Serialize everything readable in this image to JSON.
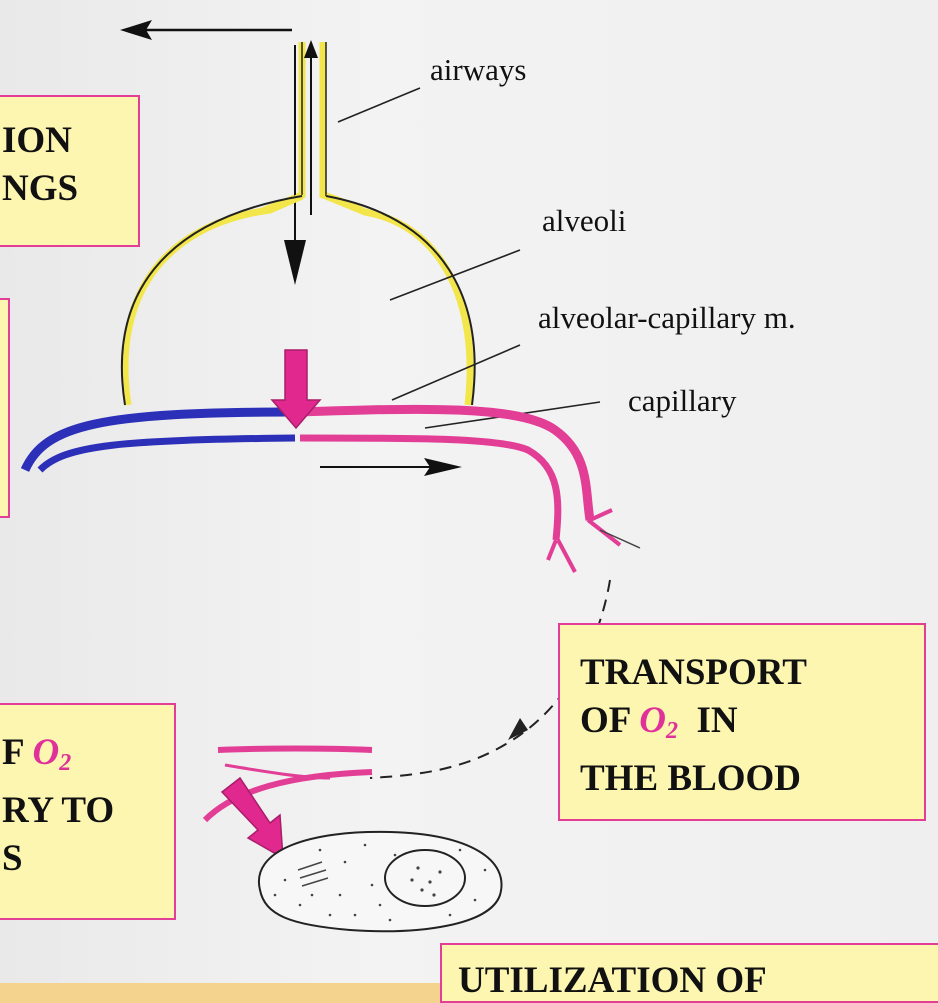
{
  "labels": {
    "airways": "airways",
    "alveoli": "alveoli",
    "membrane": "alveolar-capillary m.",
    "capillary": "capillary"
  },
  "boxes": {
    "ventilation": {
      "line1": "ION",
      "line2": "NGS"
    },
    "diffusion_tissue": {
      "line1_pre": "F ",
      "o2": "O",
      "o2_sub": "2",
      "line2": "RY TO",
      "line3": "S"
    },
    "transport": {
      "line1": "TRANSPORT",
      "line2_pre": "OF ",
      "o2": "O",
      "o2_sub": "2",
      "line2_post": "  IN",
      "line3": "THE BLOOD"
    },
    "utilization": {
      "line1": "UTILIZATION OF"
    }
  },
  "colors": {
    "background": "#f4d38f",
    "box_fill": "#fcf6b1",
    "box_border": "#e23e96",
    "oxygen_text": "#e0309a",
    "venous_blood": "#2c2fb8",
    "arterial_blood": "#e23e96",
    "alveolar_wall": "#f2e64a"
  }
}
